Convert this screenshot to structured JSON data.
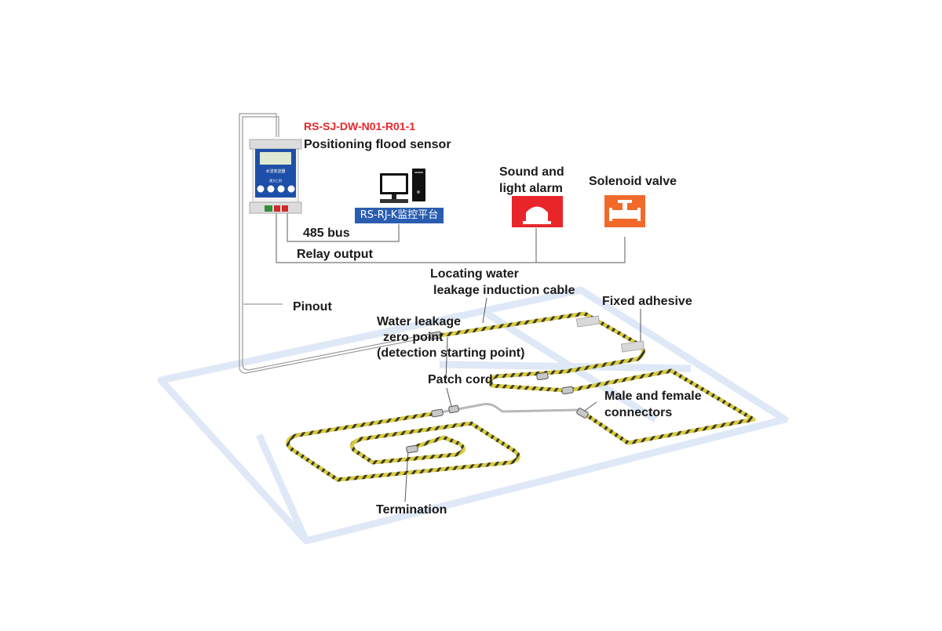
{
  "device": {
    "model": "RS-SJ-DW-N01-R01-1",
    "name": "Positioning flood sensor",
    "screen_text": "水浸变送器",
    "tag_text": "建大仁科"
  },
  "platform": {
    "label": "RS-RJ-K监控平台"
  },
  "labels": {
    "bus": "485 bus",
    "relay": "Relay output",
    "alarm_line1": "Sound and",
    "alarm_line2": "light alarm",
    "valve": "Solenoid valve",
    "cable_line1": "Locating water",
    "cable_line2": "leakage induction cable",
    "adhesive": "Fixed adhesive",
    "pinout": "Pinout",
    "zero_line1": "Water leakage",
    "zero_line2": "zero point",
    "zero_line3": "(detection starting point)",
    "patch": "Patch cord",
    "connectors_line1": "Male and female",
    "connectors_line2": "connectors",
    "termination": "Termination"
  },
  "colors": {
    "model_text": "#e8262a",
    "alarm_box": "#e8262a",
    "valve_box": "#f26a2a",
    "platform_box": "#2a5db0",
    "floor_outline": "#dfe8f6",
    "cable_yellow": "#d9cc3c",
    "cable_dark": "#3a3a2a"
  }
}
